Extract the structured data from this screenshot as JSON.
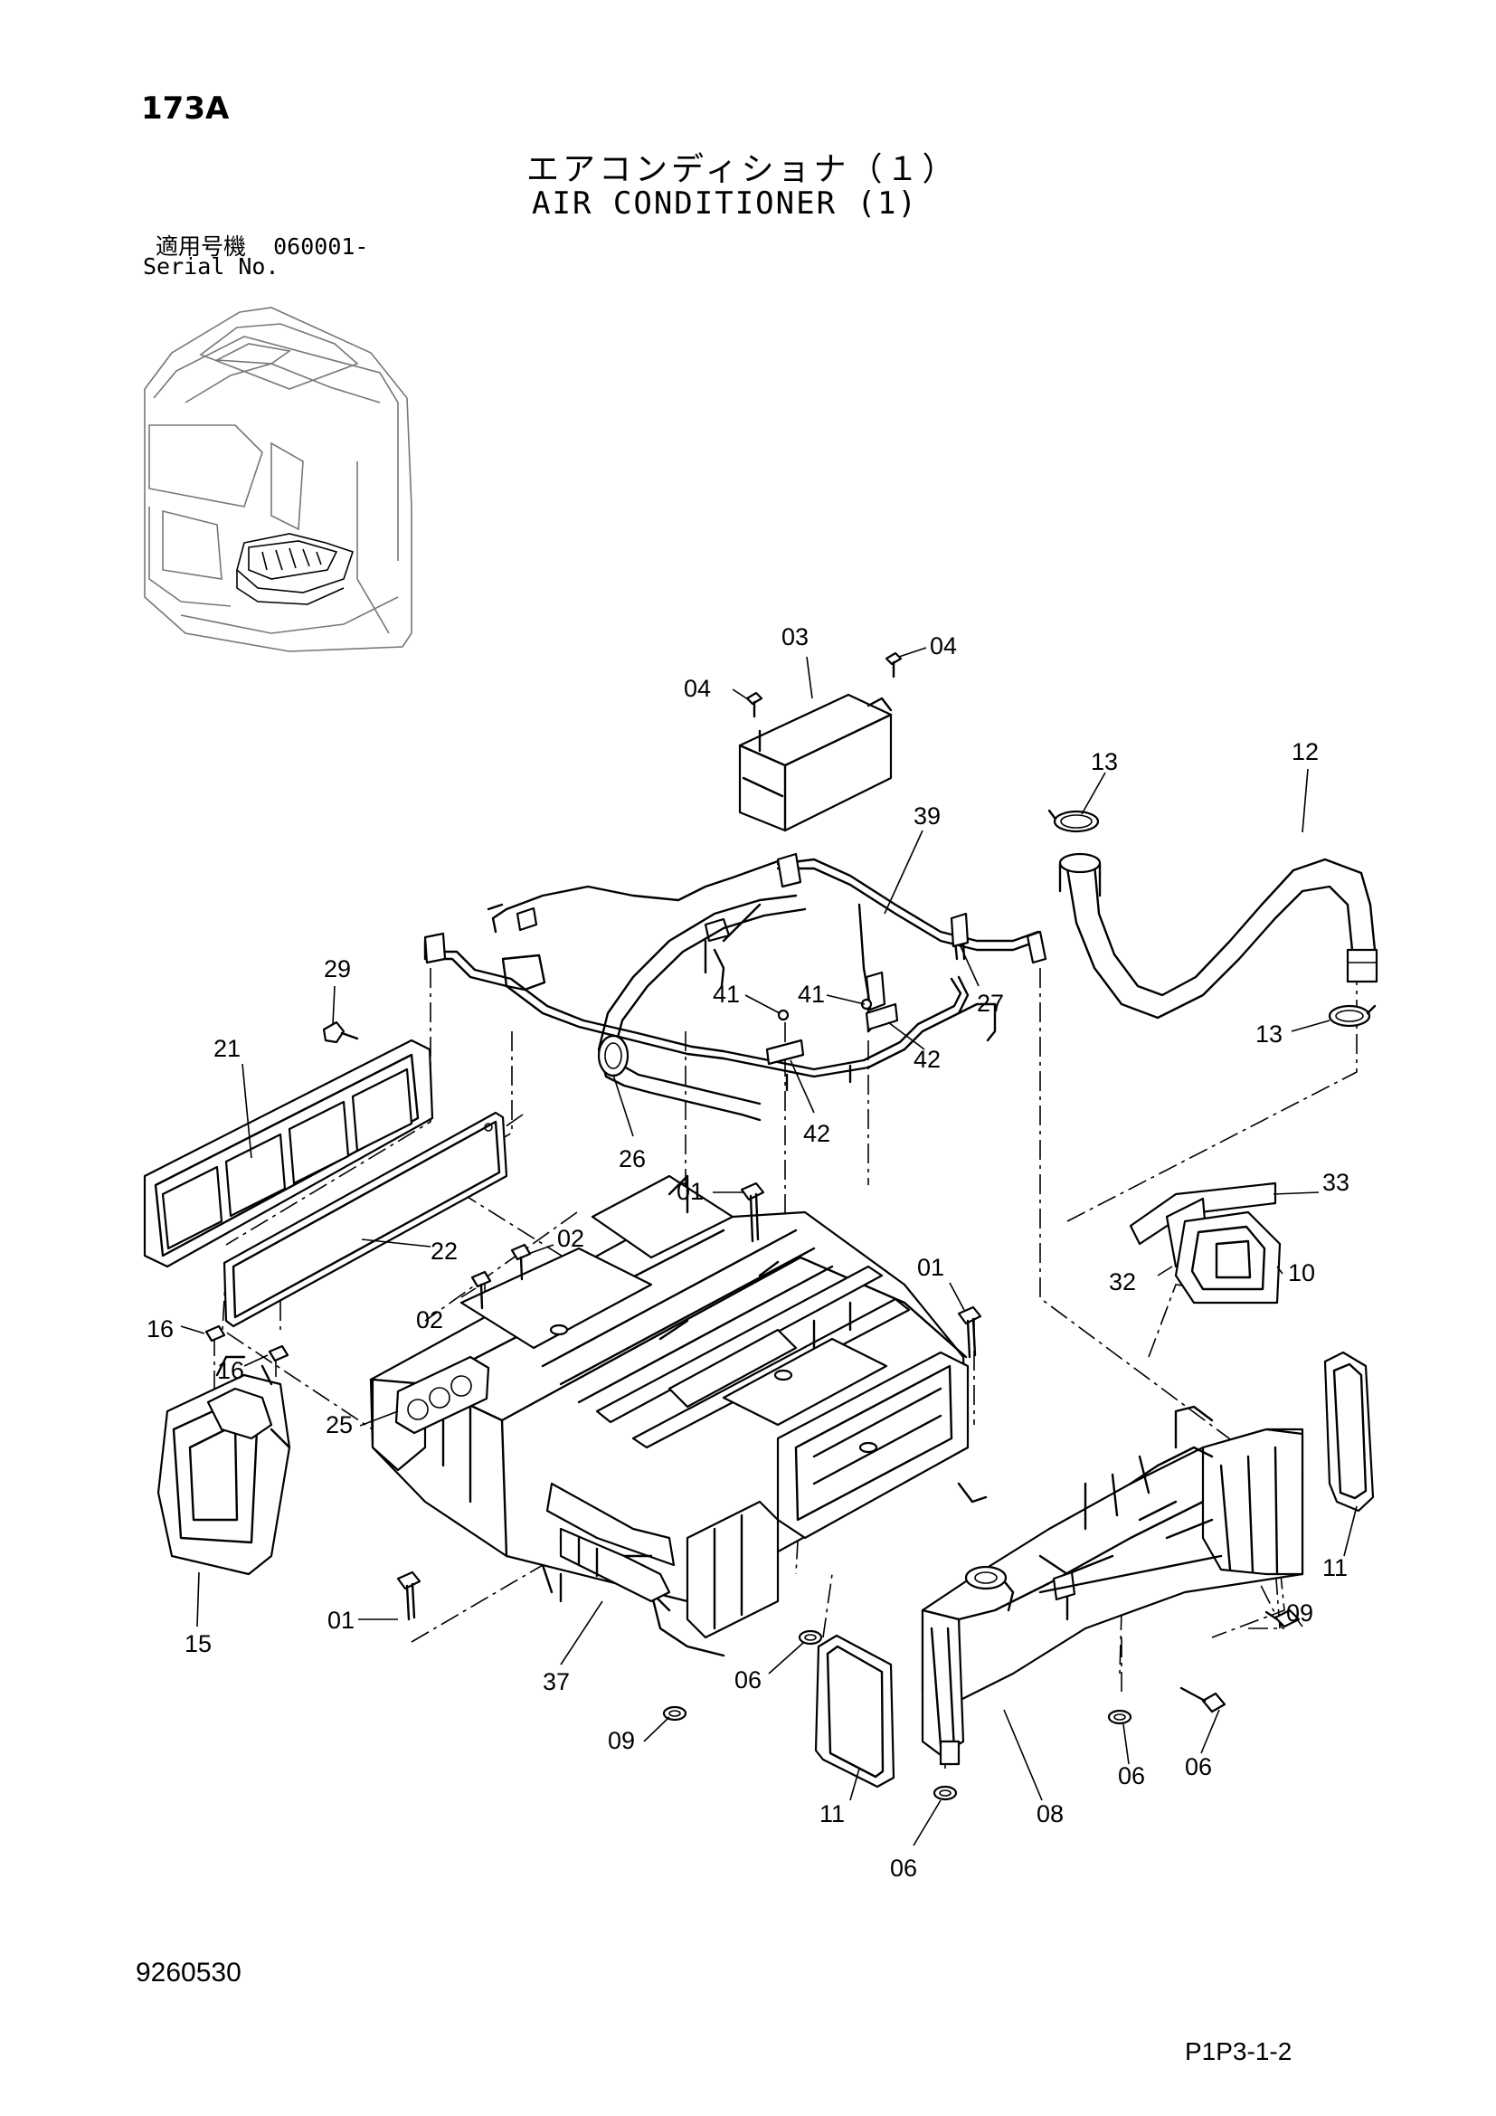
{
  "header": {
    "page_code": "173A",
    "title_jp": "エアコンディショナ（１）",
    "title_en": "AIR CONDITIONER (1)",
    "serial_label_jp": "適用号機",
    "serial_value": "060001-",
    "serial_label_en": "Serial No."
  },
  "footer": {
    "document_number": "9260530",
    "page_reference": "P1P3-1-2"
  },
  "callouts": [
    {
      "id": "03",
      "label": "03"
    },
    {
      "id": "04a",
      "label": "04"
    },
    {
      "id": "04b",
      "label": "04"
    },
    {
      "id": "13a",
      "label": "13"
    },
    {
      "id": "12",
      "label": "12"
    },
    {
      "id": "39",
      "label": "39"
    },
    {
      "id": "29",
      "label": "29"
    },
    {
      "id": "41a",
      "label": "41"
    },
    {
      "id": "27",
      "label": "27"
    },
    {
      "id": "21",
      "label": "21"
    },
    {
      "id": "41b",
      "label": "41"
    },
    {
      "id": "13b",
      "label": "13"
    },
    {
      "id": "42a",
      "label": "42"
    },
    {
      "id": "42b",
      "label": "42"
    },
    {
      "id": "26",
      "label": "26"
    },
    {
      "id": "01a",
      "label": "01"
    },
    {
      "id": "33",
      "label": "33"
    },
    {
      "id": "02a",
      "label": "02"
    },
    {
      "id": "22",
      "label": "22"
    },
    {
      "id": "01b",
      "label": "01"
    },
    {
      "id": "32",
      "label": "32"
    },
    {
      "id": "10",
      "label": "10"
    },
    {
      "id": "02b",
      "label": "02"
    },
    {
      "id": "16a",
      "label": "16"
    },
    {
      "id": "16b",
      "label": "16"
    },
    {
      "id": "25",
      "label": "25"
    },
    {
      "id": "11a",
      "label": "11"
    },
    {
      "id": "01c",
      "label": "01"
    },
    {
      "id": "09a",
      "label": "09"
    },
    {
      "id": "15",
      "label": "15"
    },
    {
      "id": "37",
      "label": "37"
    },
    {
      "id": "06a",
      "label": "06"
    },
    {
      "id": "06b",
      "label": "06"
    },
    {
      "id": "09b",
      "label": "09"
    },
    {
      "id": "06c",
      "label": "06"
    },
    {
      "id": "11b",
      "label": "11"
    },
    {
      "id": "08",
      "label": "08"
    },
    {
      "id": "06d",
      "label": "06"
    }
  ]
}
